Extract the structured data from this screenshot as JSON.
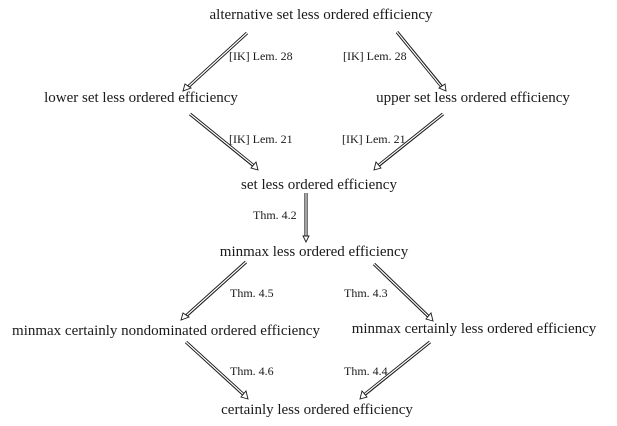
{
  "nodes": {
    "alternative_set": "alternative set less ordered efficiency",
    "lower_set": "lower set less ordered efficiency",
    "upper_set": "upper set less ordered efficiency",
    "set_less": "set less ordered efficiency",
    "minmax_less": "minmax less ordered efficiency",
    "minmax_certainly_nondominated": "minmax certainly nondominated ordered efficiency",
    "minmax_certainly_less": "minmax certainly less ordered efficiency",
    "certainly_less": "certainly less ordered efficiency"
  },
  "edges": [
    {
      "from": "alternative_set",
      "to": "lower_set",
      "label": "[IK] Lem. 28"
    },
    {
      "from": "alternative_set",
      "to": "upper_set",
      "label": "[IK] Lem. 28"
    },
    {
      "from": "lower_set",
      "to": "set_less",
      "label": "[IK] Lem. 21"
    },
    {
      "from": "upper_set",
      "to": "set_less",
      "label": "[IK] Lem. 21"
    },
    {
      "from": "set_less",
      "to": "minmax_less",
      "label": "Thm. 4.2"
    },
    {
      "from": "minmax_less",
      "to": "minmax_certainly_nondominated",
      "label": "Thm. 4.5"
    },
    {
      "from": "minmax_less",
      "to": "minmax_certainly_less",
      "label": "Thm. 4.3"
    },
    {
      "from": "minmax_certainly_nondominated",
      "to": "certainly_less",
      "label": "Thm. 4.6"
    },
    {
      "from": "minmax_certainly_less",
      "to": "certainly_less",
      "label": "Thm. 4.4"
    }
  ],
  "colors": {
    "line": "#1a1a1a",
    "background": "#ffffff"
  }
}
